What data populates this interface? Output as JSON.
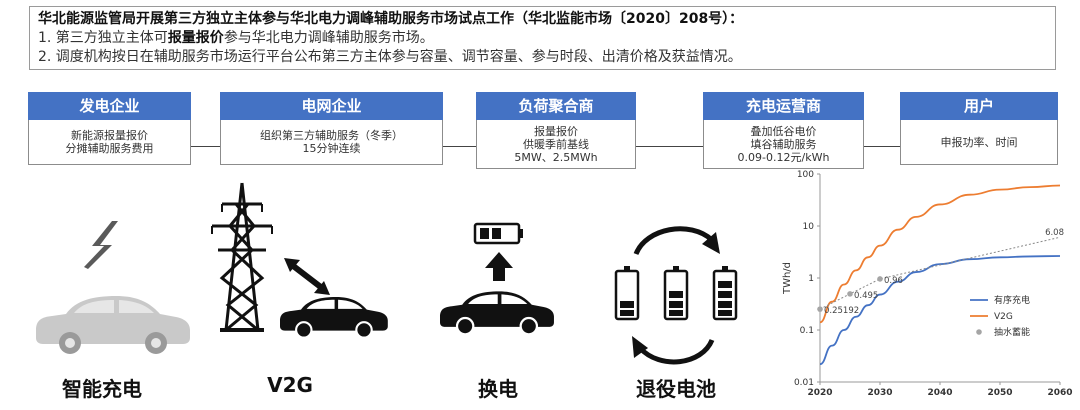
{
  "notice": {
    "title": "华北能源监管局开展第三方独立主体参与华北电力调峰辅助服务市场试点工作（华北监能市场〔2020〕208号）：",
    "item1_pre": "1. 第三方独立主体可",
    "item1_bold": "报量报价",
    "item1_post": "参与华北电力调峰辅助服务市场。",
    "item2": "2. 调度机构按日在辅助服务市场运行平台公布第三方主体参与容量、调节容量、参与时段、出清价格及获益情况。"
  },
  "stakeholders": [
    {
      "title": "发电企业",
      "lines": [
        "新能源报量报价",
        "分摊辅助服务费用"
      ]
    },
    {
      "title": "电网企业",
      "lines": [
        "组织第三方辅助服务（冬季）",
        "15分钟连续"
      ]
    },
    {
      "title": "负荷聚合商",
      "lines": [
        "报量报价",
        "供暖季前基线",
        "5MW、2.5MWh"
      ]
    },
    {
      "title": "充电运营商",
      "lines": [
        "叠加低谷电价",
        "填谷辅助服务",
        "0.09-0.12元/kWh"
      ]
    },
    {
      "title": "用户",
      "lines": [
        "申报功率、时间"
      ]
    }
  ],
  "captions": {
    "smart_charging": "智能充电",
    "v2g": "V2G",
    "battery_swap": "换电",
    "retired_battery": "退役电池"
  },
  "icons": {
    "smart_charging": [
      "lightning-icon",
      "car-icon"
    ],
    "v2g": [
      "power-tower-icon",
      "bidirectional-arrow-icon",
      "car-icon"
    ],
    "battery_swap": [
      "battery-icon",
      "up-arrow-icon",
      "car-icon"
    ],
    "retired_battery": [
      "cycle-arrow-icon",
      "battery-icon"
    ]
  },
  "colors": {
    "header_blue": "#4472c4",
    "series_ordered": "#4472c4",
    "series_v2g": "#ed7d31",
    "series_pumped": "#a5a5a5"
  },
  "chart_data": {
    "type": "line",
    "title": "",
    "xlabel": "",
    "ylabel": "TWh/d",
    "yscale": "log",
    "xlim": [
      2020,
      2060
    ],
    "ylim": [
      0.01,
      100
    ],
    "xticks": [
      "2020",
      "2030",
      "2040",
      "2050",
      "2060"
    ],
    "yticks": [
      "0.01",
      "0.1",
      "1",
      "10",
      "100"
    ],
    "grid": false,
    "legend_position": "right-middle",
    "series": [
      {
        "name": "有序充电",
        "kind": "line",
        "x": [
          2020,
          2022,
          2024,
          2026,
          2028,
          2030,
          2033,
          2036,
          2040,
          2045,
          2050,
          2055,
          2060
        ],
        "y": [
          0.022,
          0.05,
          0.1,
          0.18,
          0.3,
          0.48,
          0.85,
          1.3,
          1.85,
          2.3,
          2.5,
          2.6,
          2.65
        ]
      },
      {
        "name": "V2G",
        "kind": "line",
        "x": [
          2020,
          2022,
          2024,
          2026,
          2028,
          2030,
          2033,
          2036,
          2040,
          2045,
          2050,
          2055,
          2060
        ],
        "y": [
          0.14,
          0.35,
          0.75,
          1.4,
          2.5,
          4.2,
          8.5,
          15,
          26,
          40,
          50,
          56,
          60
        ]
      },
      {
        "name": "抽水蓄能",
        "kind": "scatter-dotted",
        "x": [
          2020,
          2025,
          2030,
          2060
        ],
        "y": [
          0.25192,
          0.495,
          0.96,
          6.08
        ],
        "labels": [
          "0.25192",
          "0.495",
          "0.96",
          "6.08"
        ]
      }
    ]
  }
}
